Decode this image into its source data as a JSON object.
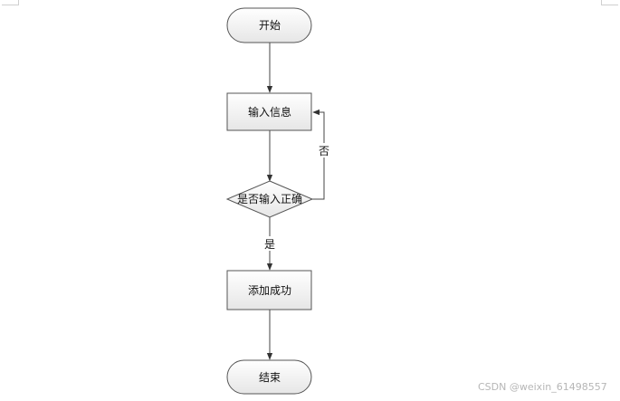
{
  "flowchart": {
    "nodes": {
      "start": "开始",
      "input": "输入信息",
      "decision": "是否输入正确",
      "success": "添加成功",
      "end": "结束"
    },
    "edges": {
      "no_label": "否",
      "yes_label": "是"
    }
  },
  "watermark": "CSDN @weixin_61498557"
}
